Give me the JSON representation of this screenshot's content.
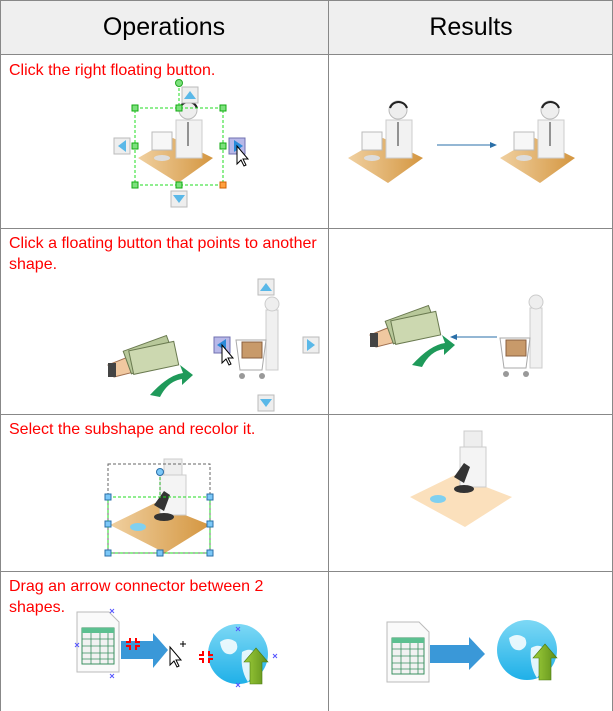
{
  "table": {
    "headers": [
      "Operations",
      "Results"
    ],
    "rows": [
      {
        "operation": "Click the right floating button."
      },
      {
        "operation": "Click a floating button that points to another shape."
      },
      {
        "operation": "Select the subshape and recolor it."
      },
      {
        "operation": "Drag an arrow connector between 2 shapes."
      }
    ]
  },
  "colors": {
    "caption": "#ff0000",
    "header_bg": "#efefef",
    "grid": "#888888",
    "selection": "#22cc22",
    "connector": "#3a98d8"
  }
}
